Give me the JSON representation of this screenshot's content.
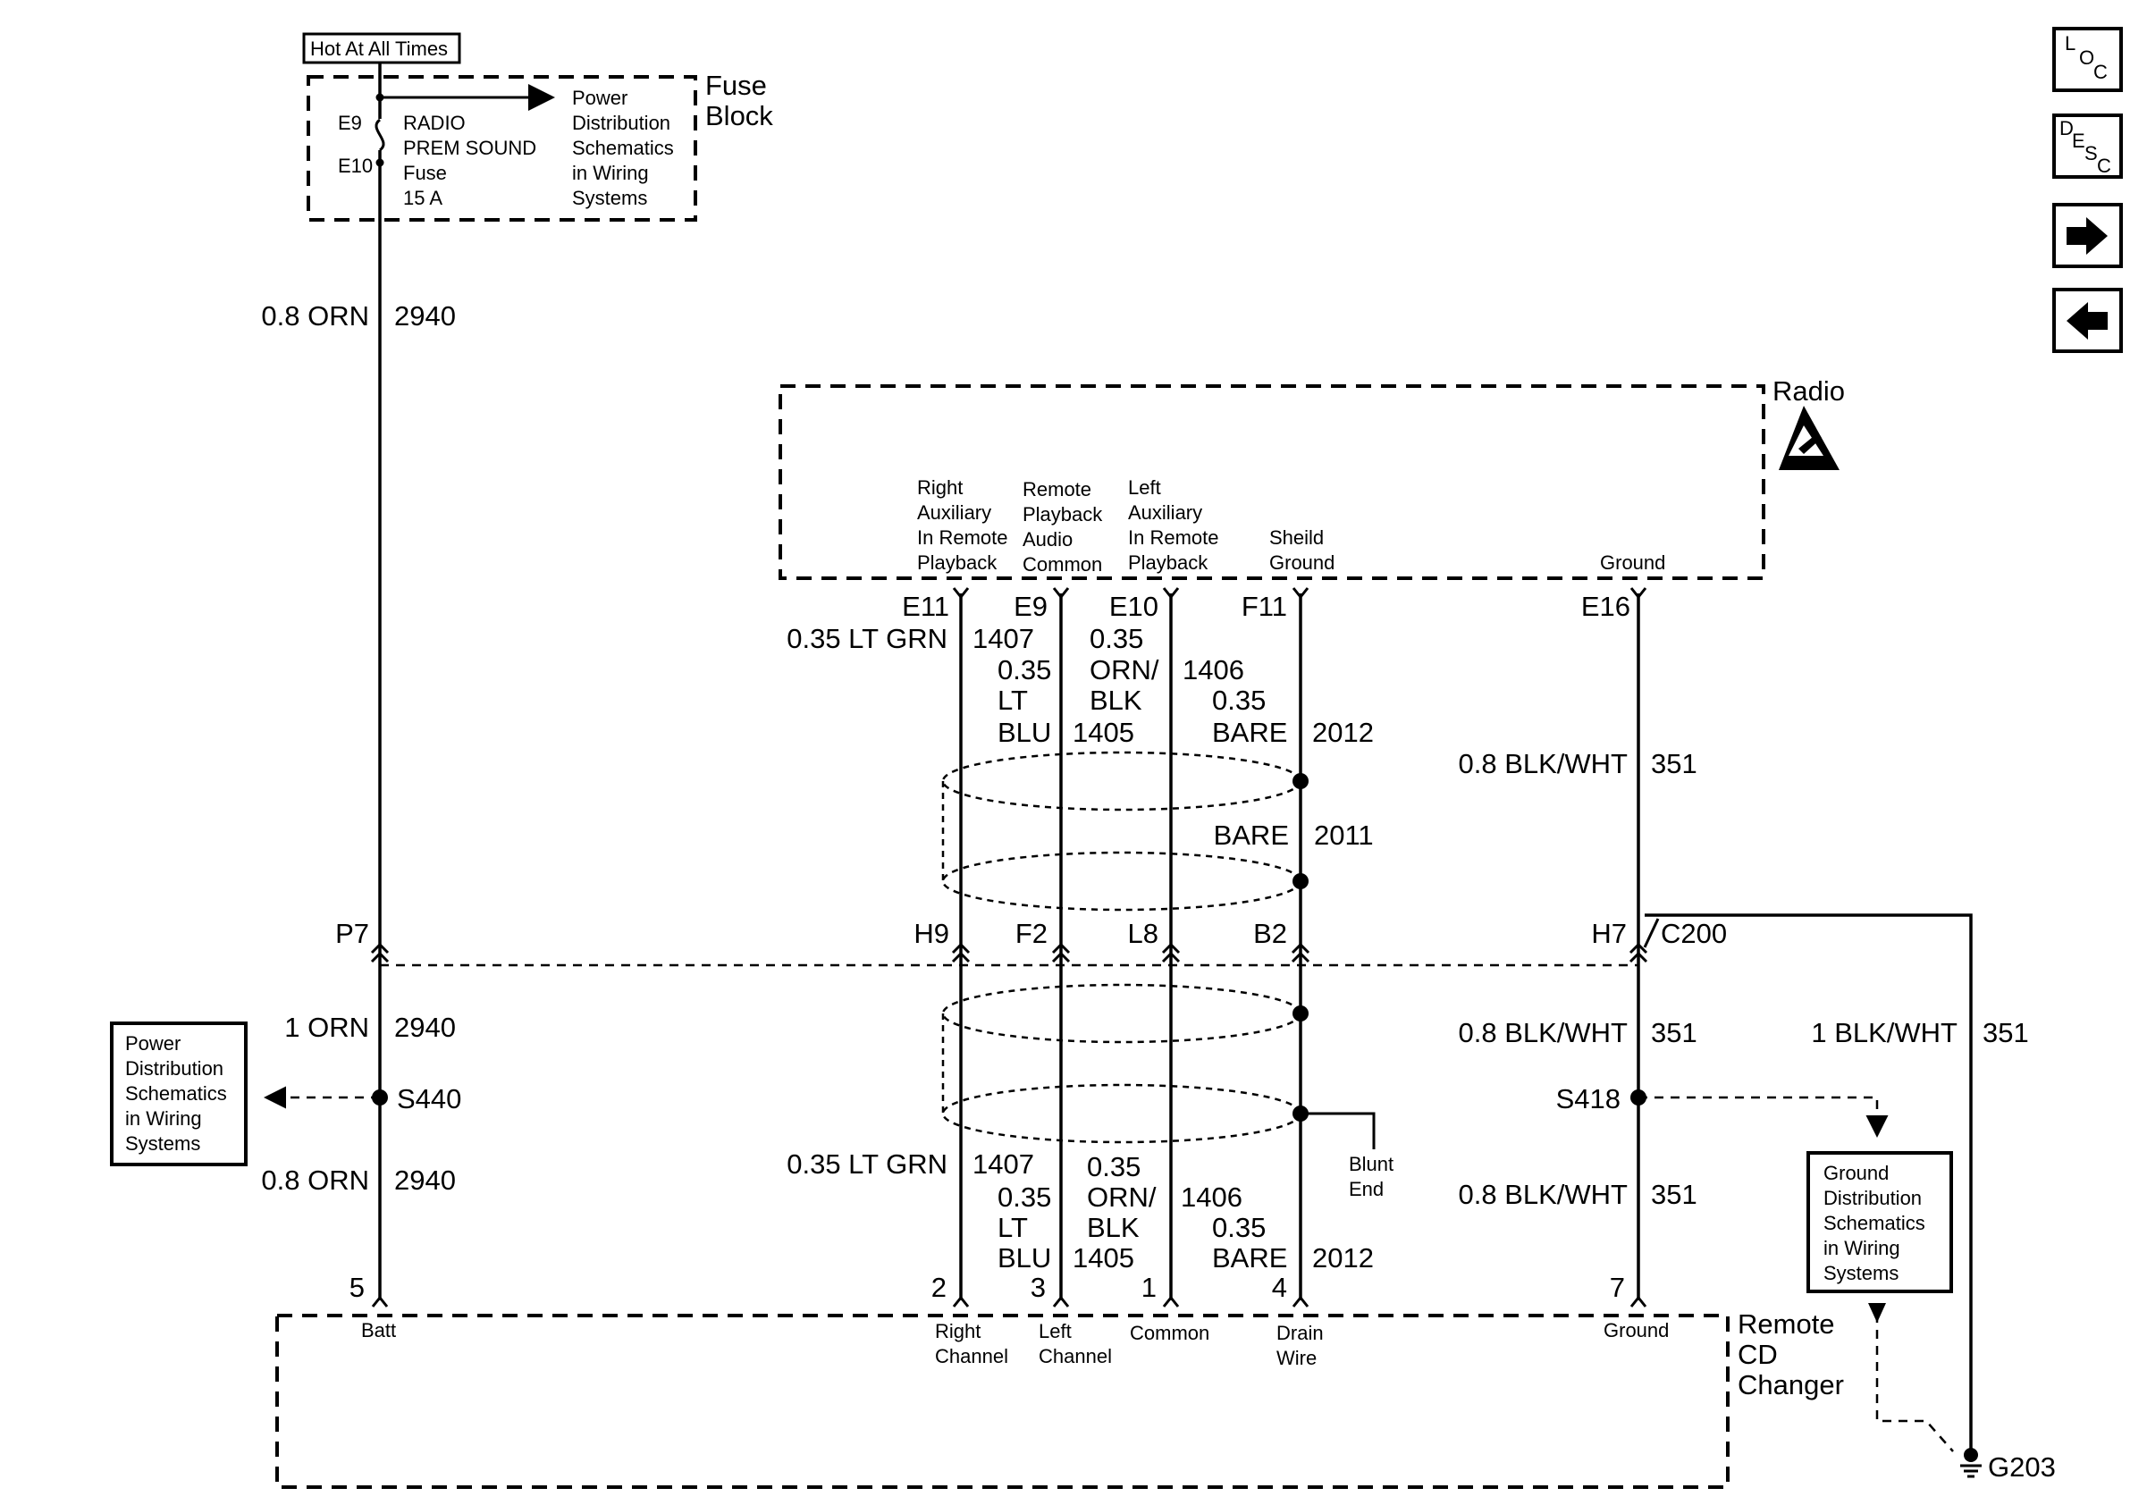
{
  "nav": {
    "loc": [
      "L",
      "O",
      "C"
    ],
    "desc": [
      "D",
      "E",
      "S",
      "C"
    ]
  },
  "fuse_block": {
    "hot_label": "Hot At All Times",
    "name": [
      "Fuse",
      "Block"
    ],
    "fuse_in_pin": "E9",
    "fuse_out_pin": "E10",
    "fuse_text": [
      "RADIO",
      "PREM SOUND",
      "Fuse",
      "15 A"
    ],
    "power_ref": [
      "Power",
      "Distribution",
      "Schematics",
      "in Wiring",
      "Systems"
    ]
  },
  "radio": {
    "name": "Radio",
    "pin_labels": {
      "right_aux": [
        "Right",
        "Auxiliary",
        "In Remote",
        "Playback"
      ],
      "common": [
        "Remote",
        "Playback",
        "Audio",
        "Common"
      ],
      "left_aux": [
        "Left",
        "Auxiliary",
        "In Remote",
        "Playback"
      ],
      "shield": [
        "Sheild",
        "Ground"
      ],
      "ground": "Ground"
    },
    "pins": {
      "right_aux": "E11",
      "left_blu": "E9",
      "common": "E10",
      "shield": "F11",
      "ground": "E16"
    }
  },
  "wires_upper": {
    "feed": {
      "size": "0.8 ORN",
      "circuit": "2940"
    },
    "lt_grn": {
      "size": "0.35 LT GRN",
      "circuit": "1407"
    },
    "lt_blu": {
      "lines": [
        "0.35",
        "LT",
        "BLU"
      ],
      "circuit": "1405"
    },
    "orn_blk": {
      "lines": [
        "0.35",
        "ORN/",
        "BLK"
      ],
      "circuit": "1406"
    },
    "bare": {
      "lines": [
        "0.35",
        "BARE"
      ],
      "circuit": "2012"
    },
    "drain": {
      "size": "BARE",
      "circuit": "2011"
    },
    "ground": {
      "size": "0.8 BLK/WHT",
      "circuit": "351"
    }
  },
  "connector": {
    "name": "C200",
    "pins": {
      "feed": "P7",
      "lt_grn": "H9",
      "lt_blu": "F2",
      "orn_blk": "L8",
      "bare": "B2",
      "ground": "H7"
    }
  },
  "wires_lower": {
    "feed_a": {
      "size": "1 ORN",
      "circuit": "2940"
    },
    "splice_power": "S440",
    "power_ref": [
      "Power",
      "Distribution",
      "Schematics",
      "in Wiring",
      "Systems"
    ],
    "feed_b": {
      "size": "0.8 ORN",
      "circuit": "2940"
    },
    "lt_grn": {
      "size": "0.35 LT GRN",
      "circuit": "1407"
    },
    "lt_blu": {
      "lines": [
        "0.35",
        "LT",
        "BLU"
      ],
      "circuit": "1405"
    },
    "orn_blk": {
      "lines": [
        "0.35",
        "ORN/",
        "BLK"
      ],
      "circuit": "1406"
    },
    "bare": {
      "lines": [
        "0.35",
        "BARE"
      ],
      "circuit": "2012"
    },
    "blunt_end": [
      "Blunt",
      "End"
    ],
    "ground_a": {
      "size": "0.8 BLK/WHT",
      "circuit": "351"
    },
    "splice_ground": "S418",
    "ground_b": {
      "size": "0.8 BLK/WHT",
      "circuit": "351"
    },
    "ground_ref": [
      "Ground",
      "Distribution",
      "Schematics",
      "in Wiring",
      "Systems"
    ],
    "ground_strap": {
      "size": "1 BLK/WHT",
      "circuit": "351"
    },
    "ground_point": "G203"
  },
  "cd_changer": {
    "name": [
      "Remote",
      "CD",
      "Changer"
    ],
    "pins": {
      "batt": "5",
      "right": "2",
      "left": "3",
      "common": "1",
      "drain": "4",
      "ground": "7"
    },
    "pin_labels": {
      "batt": "Batt",
      "right": [
        "Right",
        "Channel"
      ],
      "left": [
        "Left",
        "Channel"
      ],
      "common": "Common",
      "drain": [
        "Drain",
        "Wire"
      ],
      "ground": "Ground"
    }
  }
}
